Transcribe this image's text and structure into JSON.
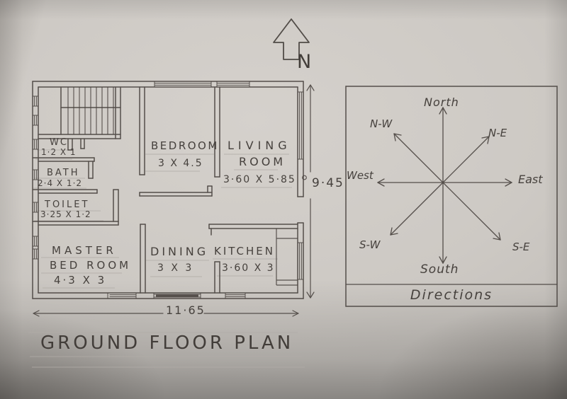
{
  "page": {
    "title_label": "GROUND FLOOR PLAN"
  },
  "north_indicator": {
    "letter": "N"
  },
  "plan": {
    "rooms": {
      "wc": {
        "name": "WC",
        "size": "1·2 X 1"
      },
      "bath": {
        "name": "BATH",
        "size": "2·4 X 1·2"
      },
      "toilet": {
        "name": "TOILET",
        "size": "3·25 X 1·2"
      },
      "master": {
        "name_line1": "MASTER",
        "name_line2": "BED ROOM",
        "size": "4·3 X 3"
      },
      "bedroom": {
        "name": "BEDROOM",
        "size": "3 X 4.5"
      },
      "living": {
        "name_line1": "LIVING",
        "name_line2": "ROOM",
        "size": "3·60 X 5·85"
      },
      "dining": {
        "name": "DINING",
        "size": "3 X 3"
      },
      "kitchen": {
        "name": "KITCHEN",
        "size": "3·60 X 3"
      }
    },
    "dims": {
      "width_label": "11·65",
      "height_label": "9·45"
    }
  },
  "compass": {
    "north": "North",
    "south": "South",
    "east": "East",
    "west": "West",
    "ne": "N-E",
    "nw": "N-W",
    "se": "S-E",
    "sw": "S-W",
    "caption": "Directions"
  },
  "colors": {
    "pencil": "#4a4440",
    "paper": "#cbc7c2",
    "guideline": "#b1aca7"
  }
}
